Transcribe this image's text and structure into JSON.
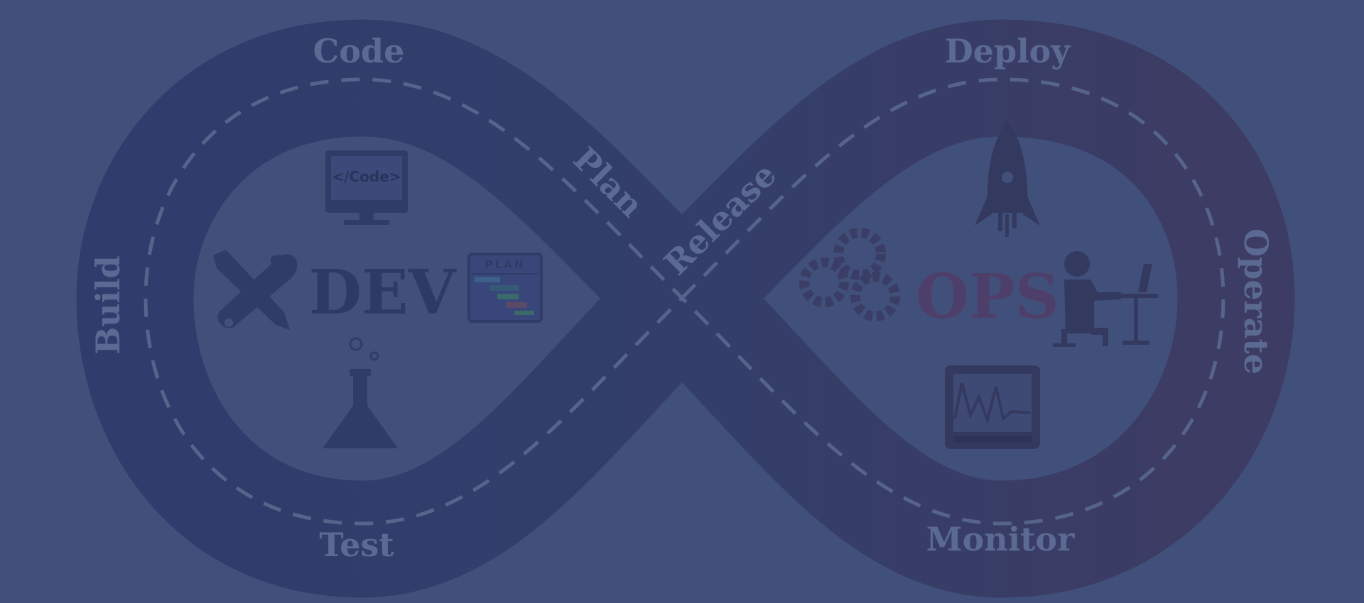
{
  "diagram": {
    "stages": {
      "code": "Code",
      "plan": "Plan",
      "release": "Release",
      "deploy": "Deploy",
      "operate": "Operate",
      "monitor": "Monitor",
      "test": "Test",
      "build": "Build"
    },
    "dev_label": "DEV",
    "ops_label": "OPS",
    "code_icon_text": "</Code>",
    "plan_icon_text": "PLAN"
  },
  "colors": {
    "background": "#41507a",
    "dev_band": "#313f6b",
    "ops_band": "#3a3e66",
    "stage_text": "#5b6a92",
    "dashes": "#56648c",
    "dev_icons": "#2f3c67",
    "ops_text": "#4e3f6a",
    "ops_icons": "#34395f"
  },
  "icons": [
    "code-monitor-icon",
    "tools-icon",
    "plan-chart-icon",
    "flask-icon",
    "rocket-icon",
    "gears-icon",
    "worker-desk-icon",
    "monitor-graph-icon"
  ]
}
